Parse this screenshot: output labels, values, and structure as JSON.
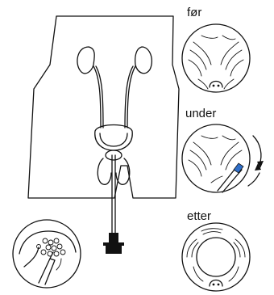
{
  "labels": {
    "before": "før",
    "during": "under",
    "after": "etter"
  },
  "colors": {
    "instrument_light": "#2f6fc9",
    "line": "#111111"
  }
}
